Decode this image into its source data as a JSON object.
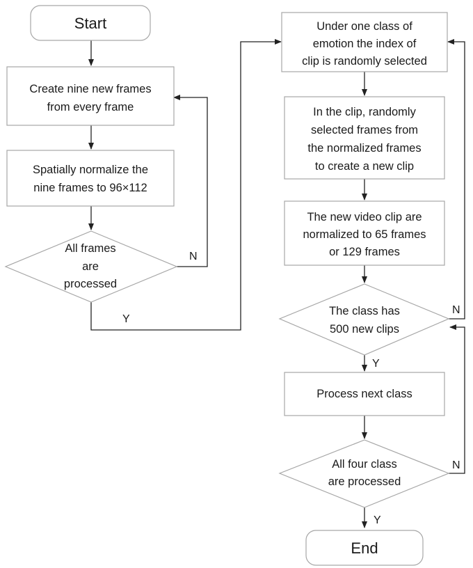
{
  "nodes": {
    "start": "Start",
    "create_frames": [
      "Create nine new frames",
      "from every frame"
    ],
    "normalize": [
      "Spatially normalize the",
      "nine frames to 96×112"
    ],
    "all_frames": [
      "All frames",
      "are",
      "processed"
    ],
    "select_clip": [
      "Under one class of",
      "emotion the index of",
      "clip is randomly selected"
    ],
    "new_clip": [
      "In the clip, randomly",
      "selected frames from",
      "the normalized frames",
      "to create  a new clip"
    ],
    "normalize_clip": [
      "The new video clip are",
      "normalized to 65 frames",
      "or 129 frames"
    ],
    "class_has": [
      "The class has",
      "500 new clips"
    ],
    "next_class": "Process next class",
    "all_classes": [
      "All four class",
      "are processed"
    ],
    "end": "End"
  },
  "edge_labels": {
    "frames_no": "N",
    "frames_yes": "Y",
    "clips_no": "N",
    "clips_yes": "Y",
    "classes_no": "N",
    "classes_yes": "Y"
  },
  "colors": {
    "box_border": "#a6a6a6",
    "connector": "#222222",
    "text": "#1a1a1a"
  }
}
